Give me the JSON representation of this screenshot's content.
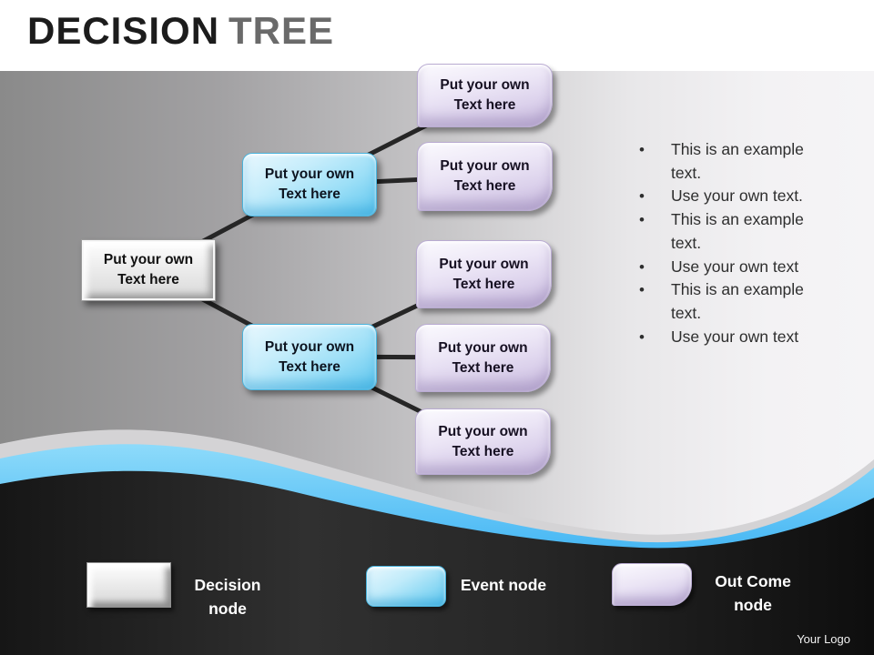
{
  "title": {
    "primary": "DECISION",
    "secondary": "TREE"
  },
  "tree": {
    "node_text": "Put your own Text here",
    "node_types": [
      "decision",
      "event",
      "outcome"
    ]
  },
  "bullets": {
    "items": [
      "This is an example text.",
      "Use your own text.",
      "This is an example text.",
      "Use your own text",
      "This is an example text.",
      "Use your own text"
    ]
  },
  "legend": {
    "items": [
      {
        "label": "Decision node"
      },
      {
        "label": "Event node"
      },
      {
        "label": "Out Come node"
      }
    ]
  },
  "footer": {
    "logo_text": "Your Logo"
  },
  "colors": {
    "decision_gray": "#e8e8e8",
    "event_blue": "#5cc5ee",
    "outcome_purple": "#d9cfeb",
    "wave_blue": "#3fb3f2",
    "footer_dark": "#1c1c1c",
    "title_primary": "#1c1c1c",
    "title_secondary": "#6a6a6a"
  }
}
